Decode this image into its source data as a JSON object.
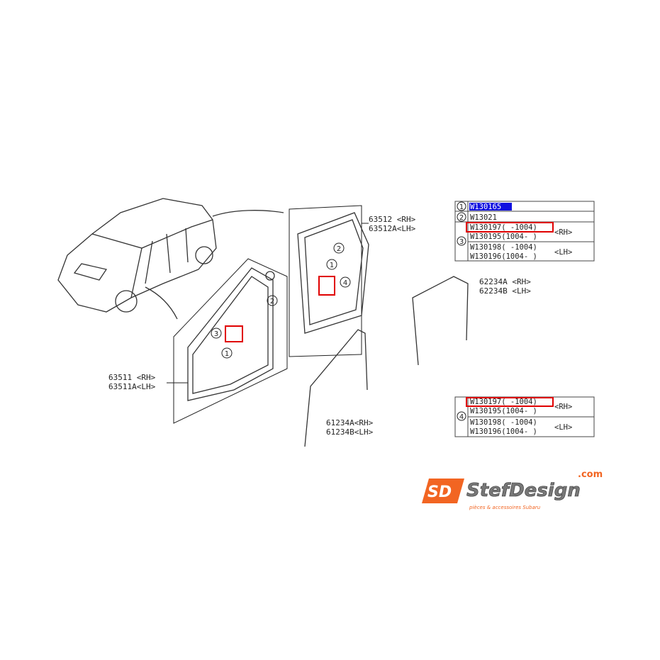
{
  "labels": {
    "rear_seal": [
      "63512 <RH>",
      "63512A<LH>"
    ],
    "rear_channel": [
      "62234A <RH>",
      "62234B <LH>"
    ],
    "front_seal": [
      "63511 <RH>",
      "63511A<LH>"
    ],
    "front_channel": [
      "61234A<RH>",
      "61234B<LH>"
    ]
  },
  "callouts": [
    "1",
    "2",
    "3",
    "4"
  ],
  "parts_table": {
    "rows": [
      {
        "ref": "1",
        "codes": [
          "W130165"
        ],
        "side": "",
        "selected": true
      },
      {
        "ref": "2",
        "codes": [
          "W13021"
        ],
        "side": ""
      },
      {
        "ref": "3",
        "codes": [
          "W130197(  -1004)",
          "W130195(1004-  )"
        ],
        "side": "<RH>"
      },
      {
        "ref": "3",
        "codes": [
          "W130198(  -1004)",
          "W130196(1004-  )"
        ],
        "side": "<LH>"
      }
    ]
  },
  "parts_table_4": {
    "rows": [
      {
        "ref": "4",
        "codes": [
          "W130197(  -1004)",
          "W130195(1004-  )"
        ],
        "side": "<RH>"
      },
      {
        "ref": "4",
        "codes": [
          "W130198(  -1004)",
          "W130196(1004-  )"
        ],
        "side": "<LH>"
      }
    ]
  },
  "highlight_color": "#e00000",
  "selection_color": "#1010e0",
  "logo": {
    "text": "StefDesign",
    "suffix": ".com",
    "tagline": "pièces & accessoires Subaru",
    "mark": "SD",
    "accent": "#f26522"
  }
}
